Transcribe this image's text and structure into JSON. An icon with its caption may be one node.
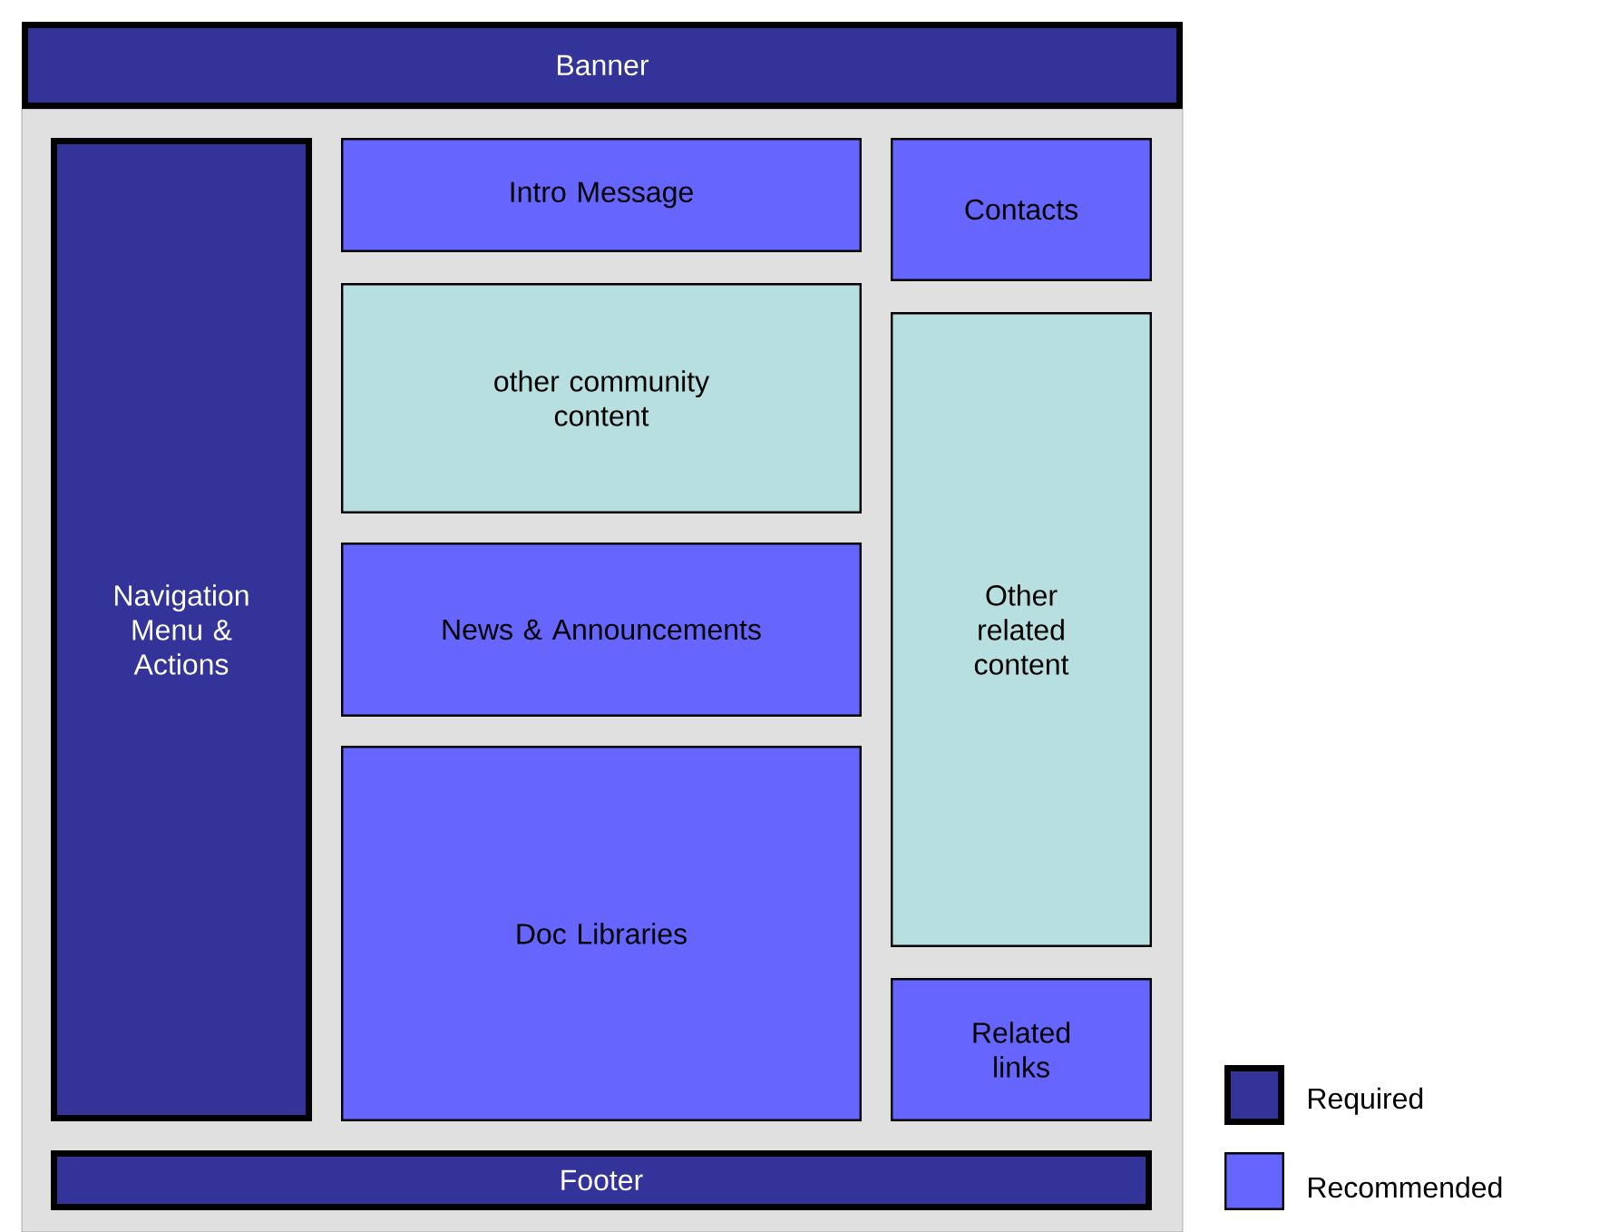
{
  "diagram": {
    "nodes": [
      {
        "text": [
          "Banner"
        ]
      },
      {
        "text": [
          "Navigation Menu & Actions"
        ]
      },
      {
        "text": [
          "Intro Message"
        ]
      },
      {
        "text": [
          "Contacts"
        ]
      },
      {
        "text": [
          "other community content"
        ]
      },
      {
        "text": [
          "Other related content"
        ]
      },
      {
        "text": [
          "News & Announcements"
        ]
      },
      {
        "text": [
          "Doc Libraries"
        ]
      },
      {
        "text": [
          "Related links"
        ]
      },
      {
        "text": [
          "Footer"
        ]
      }
    ],
    "legend": [
      {
        "text": "Required",
        "color": "#333399"
      },
      {
        "text": "Recommended",
        "color": "#6666ff"
      }
    ]
  }
}
